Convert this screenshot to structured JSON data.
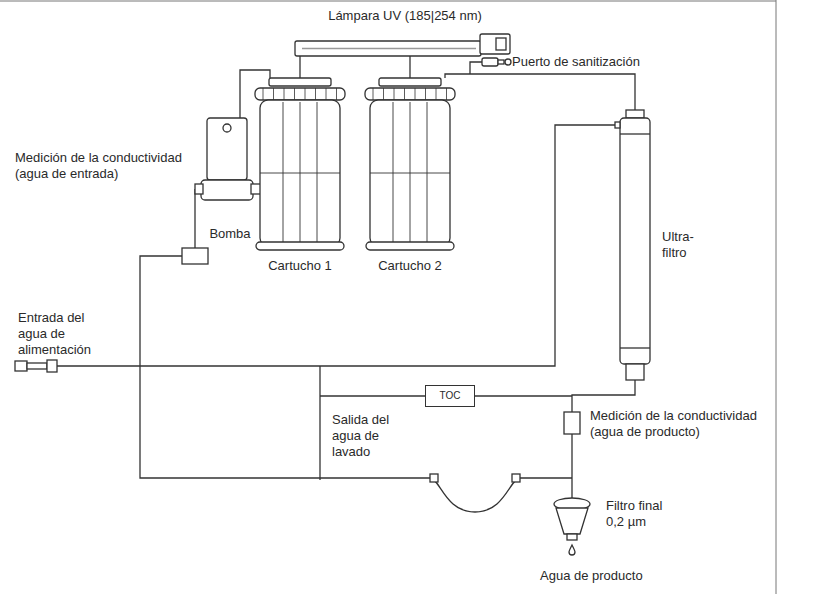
{
  "diagram": {
    "nodes": [
      {
        "text": [
          "Lámpara UV (185|254 nm)"
        ]
      },
      {
        "text": [
          "Bomba"
        ]
      },
      {
        "text": [
          "Cartucho 1"
        ]
      },
      {
        "text": [
          "Cartucho 2"
        ]
      },
      {
        "text": [
          "Ultra- filtro"
        ]
      },
      {
        "text": [
          "TOC"
        ]
      },
      {
        "text": [
          "Filtro final 0,2 µm"
        ]
      }
    ],
    "edges": [
      {
        "from": 1,
        "to": 2,
        "arrow": "none"
      },
      {
        "from": 2,
        "to": 0,
        "arrow": "none"
      },
      {
        "from": 0,
        "to": 3,
        "arrow": "none"
      },
      {
        "from": 3,
        "to": 4,
        "arrow": "none"
      },
      {
        "from": 4,
        "to": 6,
        "arrow": "none"
      }
    ],
    "labels": [
      "Medición de la conductividad (agua de entrada)",
      "Puerto de sanitización",
      "Entrada del agua de alimentación",
      "Medición de la conductividad (agua de producto)",
      "Salida del agua de lavado",
      "Agua de producto"
    ]
  }
}
